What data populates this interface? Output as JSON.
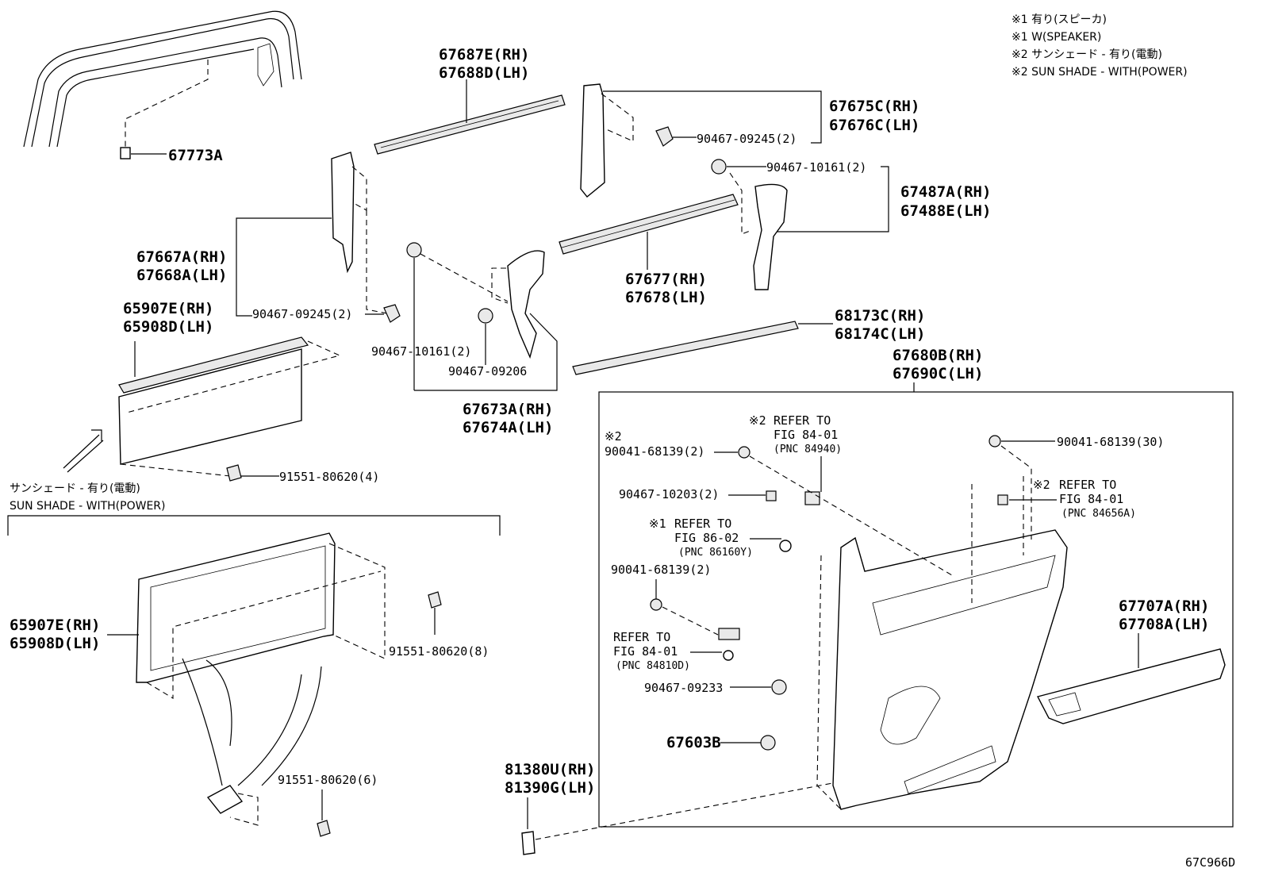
{
  "notes": {
    "n1_jp": "※1 有り(スピーカ)",
    "n1_en": "※1 W(SPEAKER)",
    "n2_jp": "※2 サンシェード - 有り(電動)",
    "n2_en": "※2 SUN SHADE - WITH(POWER)"
  },
  "labels": {
    "p67773a": "67773A",
    "p67687e": "67687E(RH)",
    "p67688d": "67688D(LH)",
    "p67675c": "67675C(RH)",
    "p67676c": "67676C(LH)",
    "f0924_a": "90467-09245(2)",
    "f1016_a": "90467-10161(2)",
    "p67487a": "67487A(RH)",
    "p67488e": "67488E(LH)",
    "p67667a": "67667A(RH)",
    "p67668a": "67668A(LH)",
    "p67677": "67677(RH)",
    "p67678": "67678(LH)",
    "p65907e_a": "65907E(RH)",
    "p65908d_a": "65908D(LH)",
    "f0924_b": "90467-09245(2)",
    "p68173c": "68173C(RH)",
    "p68174c": "68174C(LH)",
    "f1016_b": "90467-10161(2)",
    "f09206": "90467-09206",
    "p67680b": "67680B(RH)",
    "p67690c": "67690C(LH)",
    "p67673a": "67673A(RH)",
    "p67674a": "67674A(LH)",
    "sunshade_jp": "サンシェード - 有り(電動)",
    "sunshade_en": "SUN SHADE - WITH(POWER)",
    "f9155_4": "91551-80620(4)",
    "p65907e_b": "65907E(RH)",
    "p65908d_b": "65908D(LH)",
    "f9155_8": "91551-80620(8)",
    "f9155_6": "91551-80620(6)",
    "p81380u": "81380U(RH)",
    "p81390g": "81390G(LH)",
    "ref1_mark": "※2",
    "ref1_l1": "REFER TO",
    "ref1_l2": "FIG 84-01",
    "ref1_l3": "(PNC 84940)",
    "clip_mark": "※2",
    "f9004_2a": "90041-68139(2)",
    "f9004_30": "90041-68139(30)",
    "ref2_mark": "※2",
    "ref2_l1": "REFER TO",
    "ref2_l2": "FIG 84-01",
    "ref2_l3": "(PNC 84656A)",
    "f10203": "90467-10203(2)",
    "ref3_mark": "※1",
    "ref3_l1": "REFER TO",
    "ref3_l2": "FIG 86-02",
    "ref3_l3": "(PNC 86160Y)",
    "f9004_2b": "90041-68139(2)",
    "ref4_l1": "REFER TO",
    "ref4_l2": "FIG 84-01",
    "ref4_l3": "(PNC 84810D)",
    "f09233": "90467-09233",
    "p67603b": "67603B",
    "p67707a": "67707A(RH)",
    "p67708a": "67708A(LH)",
    "figure_code": "67C966D"
  }
}
